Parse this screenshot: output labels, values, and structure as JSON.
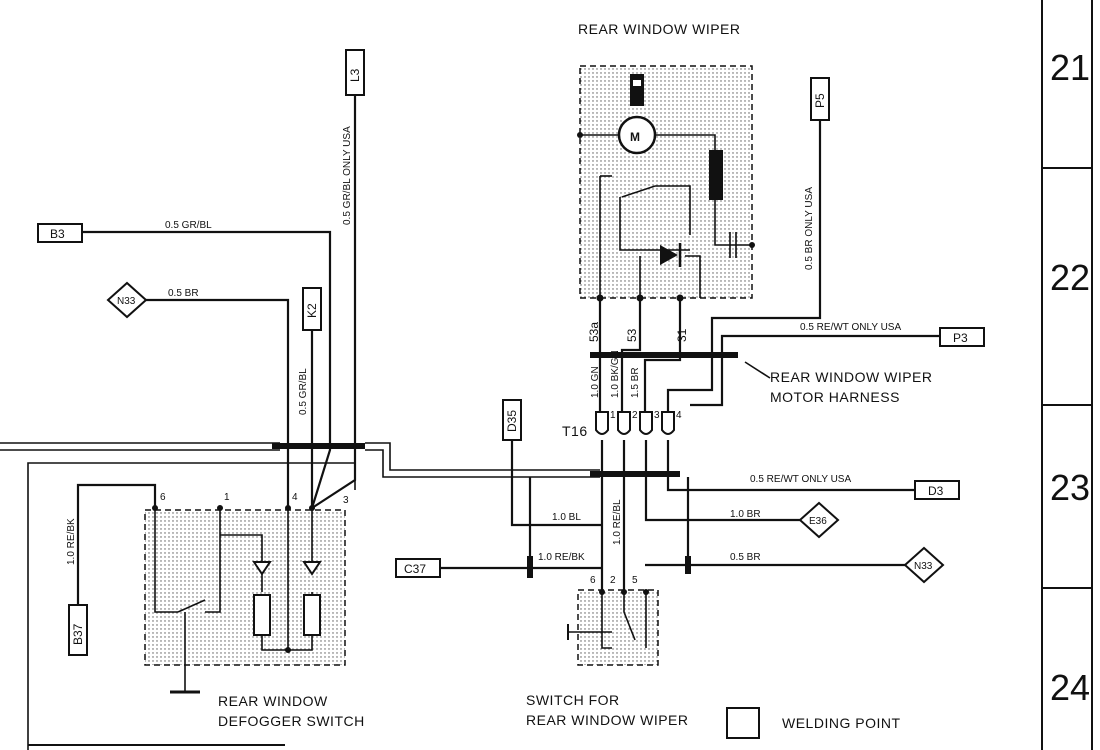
{
  "components": {
    "rear_wiper_title": "REAR WINDOW WIPER",
    "harness_line1": "REAR WINDOW WIPER",
    "harness_line2": "MOTOR HARNESS",
    "defogger_line1": "REAR WINDOW",
    "defogger_line2": "DEFOGGER SWITCH",
    "switch_line1": "SWITCH FOR",
    "switch_line2": "REAR WINDOW WIPER",
    "welding_point": "WELDING POINT",
    "connector_t16": "T16",
    "motor_symbol": "M"
  },
  "grid_numbers": [
    "21",
    "22",
    "23",
    "24"
  ],
  "terminals": {
    "B3": "B3",
    "N33_left": "N33",
    "K2": "K2",
    "L3": "L3",
    "B37": "B37",
    "P5": "P5",
    "P3": "P3",
    "D35": "D35",
    "D3": "D3",
    "E36": "E36",
    "C37": "C37",
    "N33_right": "N33"
  },
  "wires": {
    "b3": "0.5 GR/BL",
    "n33_left": "0.5 BR",
    "k2": "0.5 GR/BL",
    "l3": "0.5 GR/BL ONLY USA",
    "b37": "1.0 RE/BK",
    "p5": "0.5 BR ONLY USA",
    "p3": "0.5 RE/WT  ONLY USA",
    "w53a": "1.0 GN",
    "w53": "1.0 BK/GN",
    "w31": "1.5 BR",
    "d3": "0.5 RE/WT   ONLY USA",
    "d35": "1.0 BL",
    "e36": "1.0 BR",
    "sw2": "1.0 RE/BL",
    "c37": "1.0 RE/BK",
    "n33_right": "0.5 BR"
  },
  "pins": {
    "defogger": [
      "6",
      "1",
      "4",
      "3"
    ],
    "motor": [
      "53a",
      "53",
      "31"
    ],
    "t16": [
      "1",
      "2",
      "3",
      "4"
    ],
    "switch": [
      "6",
      "2",
      "5"
    ]
  }
}
